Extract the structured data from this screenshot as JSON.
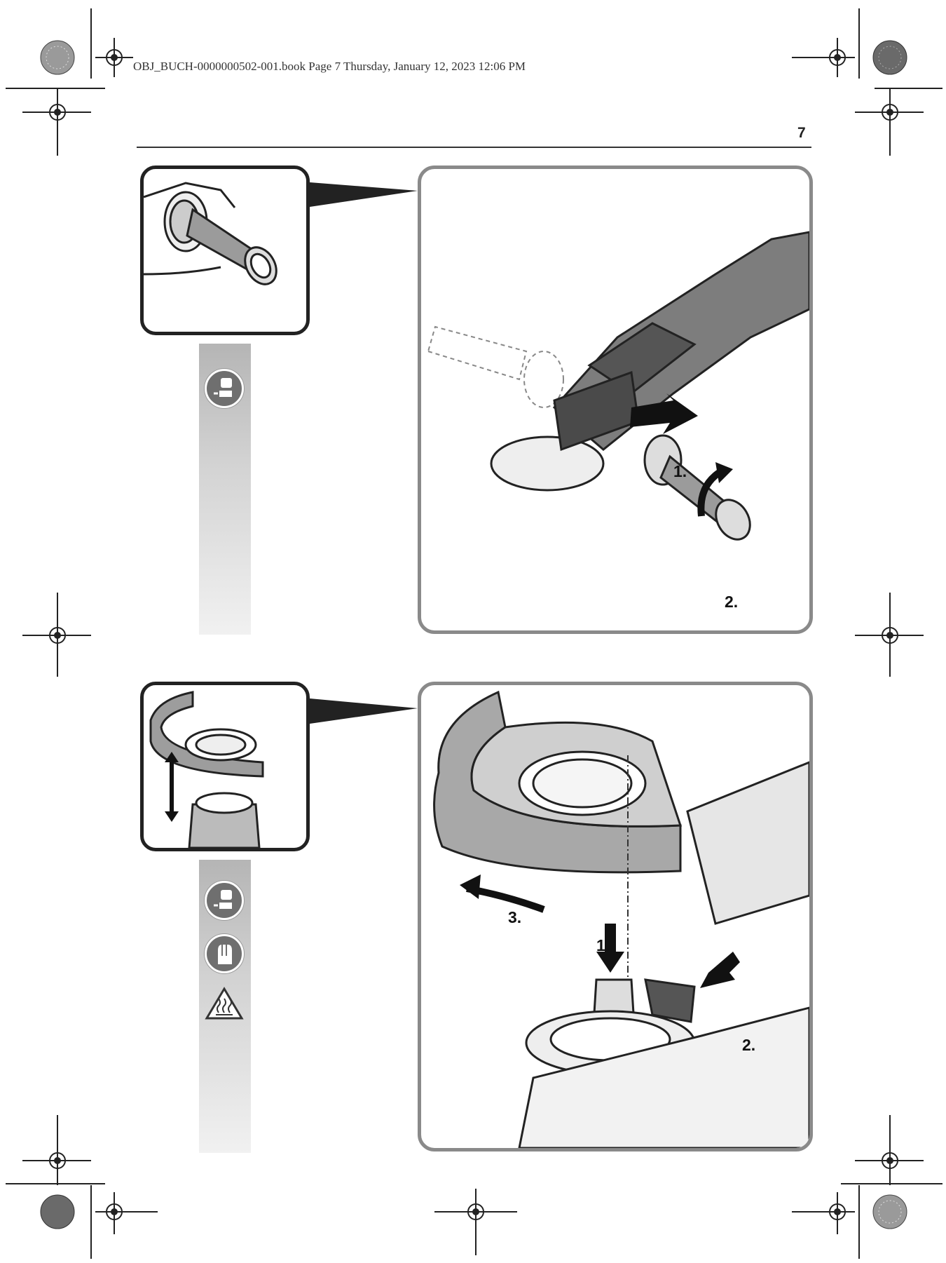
{
  "header": {
    "print_line": "OBJ_BUCH-0000000502-001.book  Page 7  Thursday, January 12, 2023  12:06 PM",
    "page_number": "7"
  },
  "figure_1": {
    "steps": [
      "1.",
      "2."
    ],
    "symbols": [
      "remove-battery-icon"
    ]
  },
  "figure_2": {
    "steps": [
      "1.",
      "2.",
      "3."
    ],
    "symbols": [
      "remove-battery-icon",
      "protective-gloves-icon",
      "hot-surface-warning-icon"
    ]
  }
}
